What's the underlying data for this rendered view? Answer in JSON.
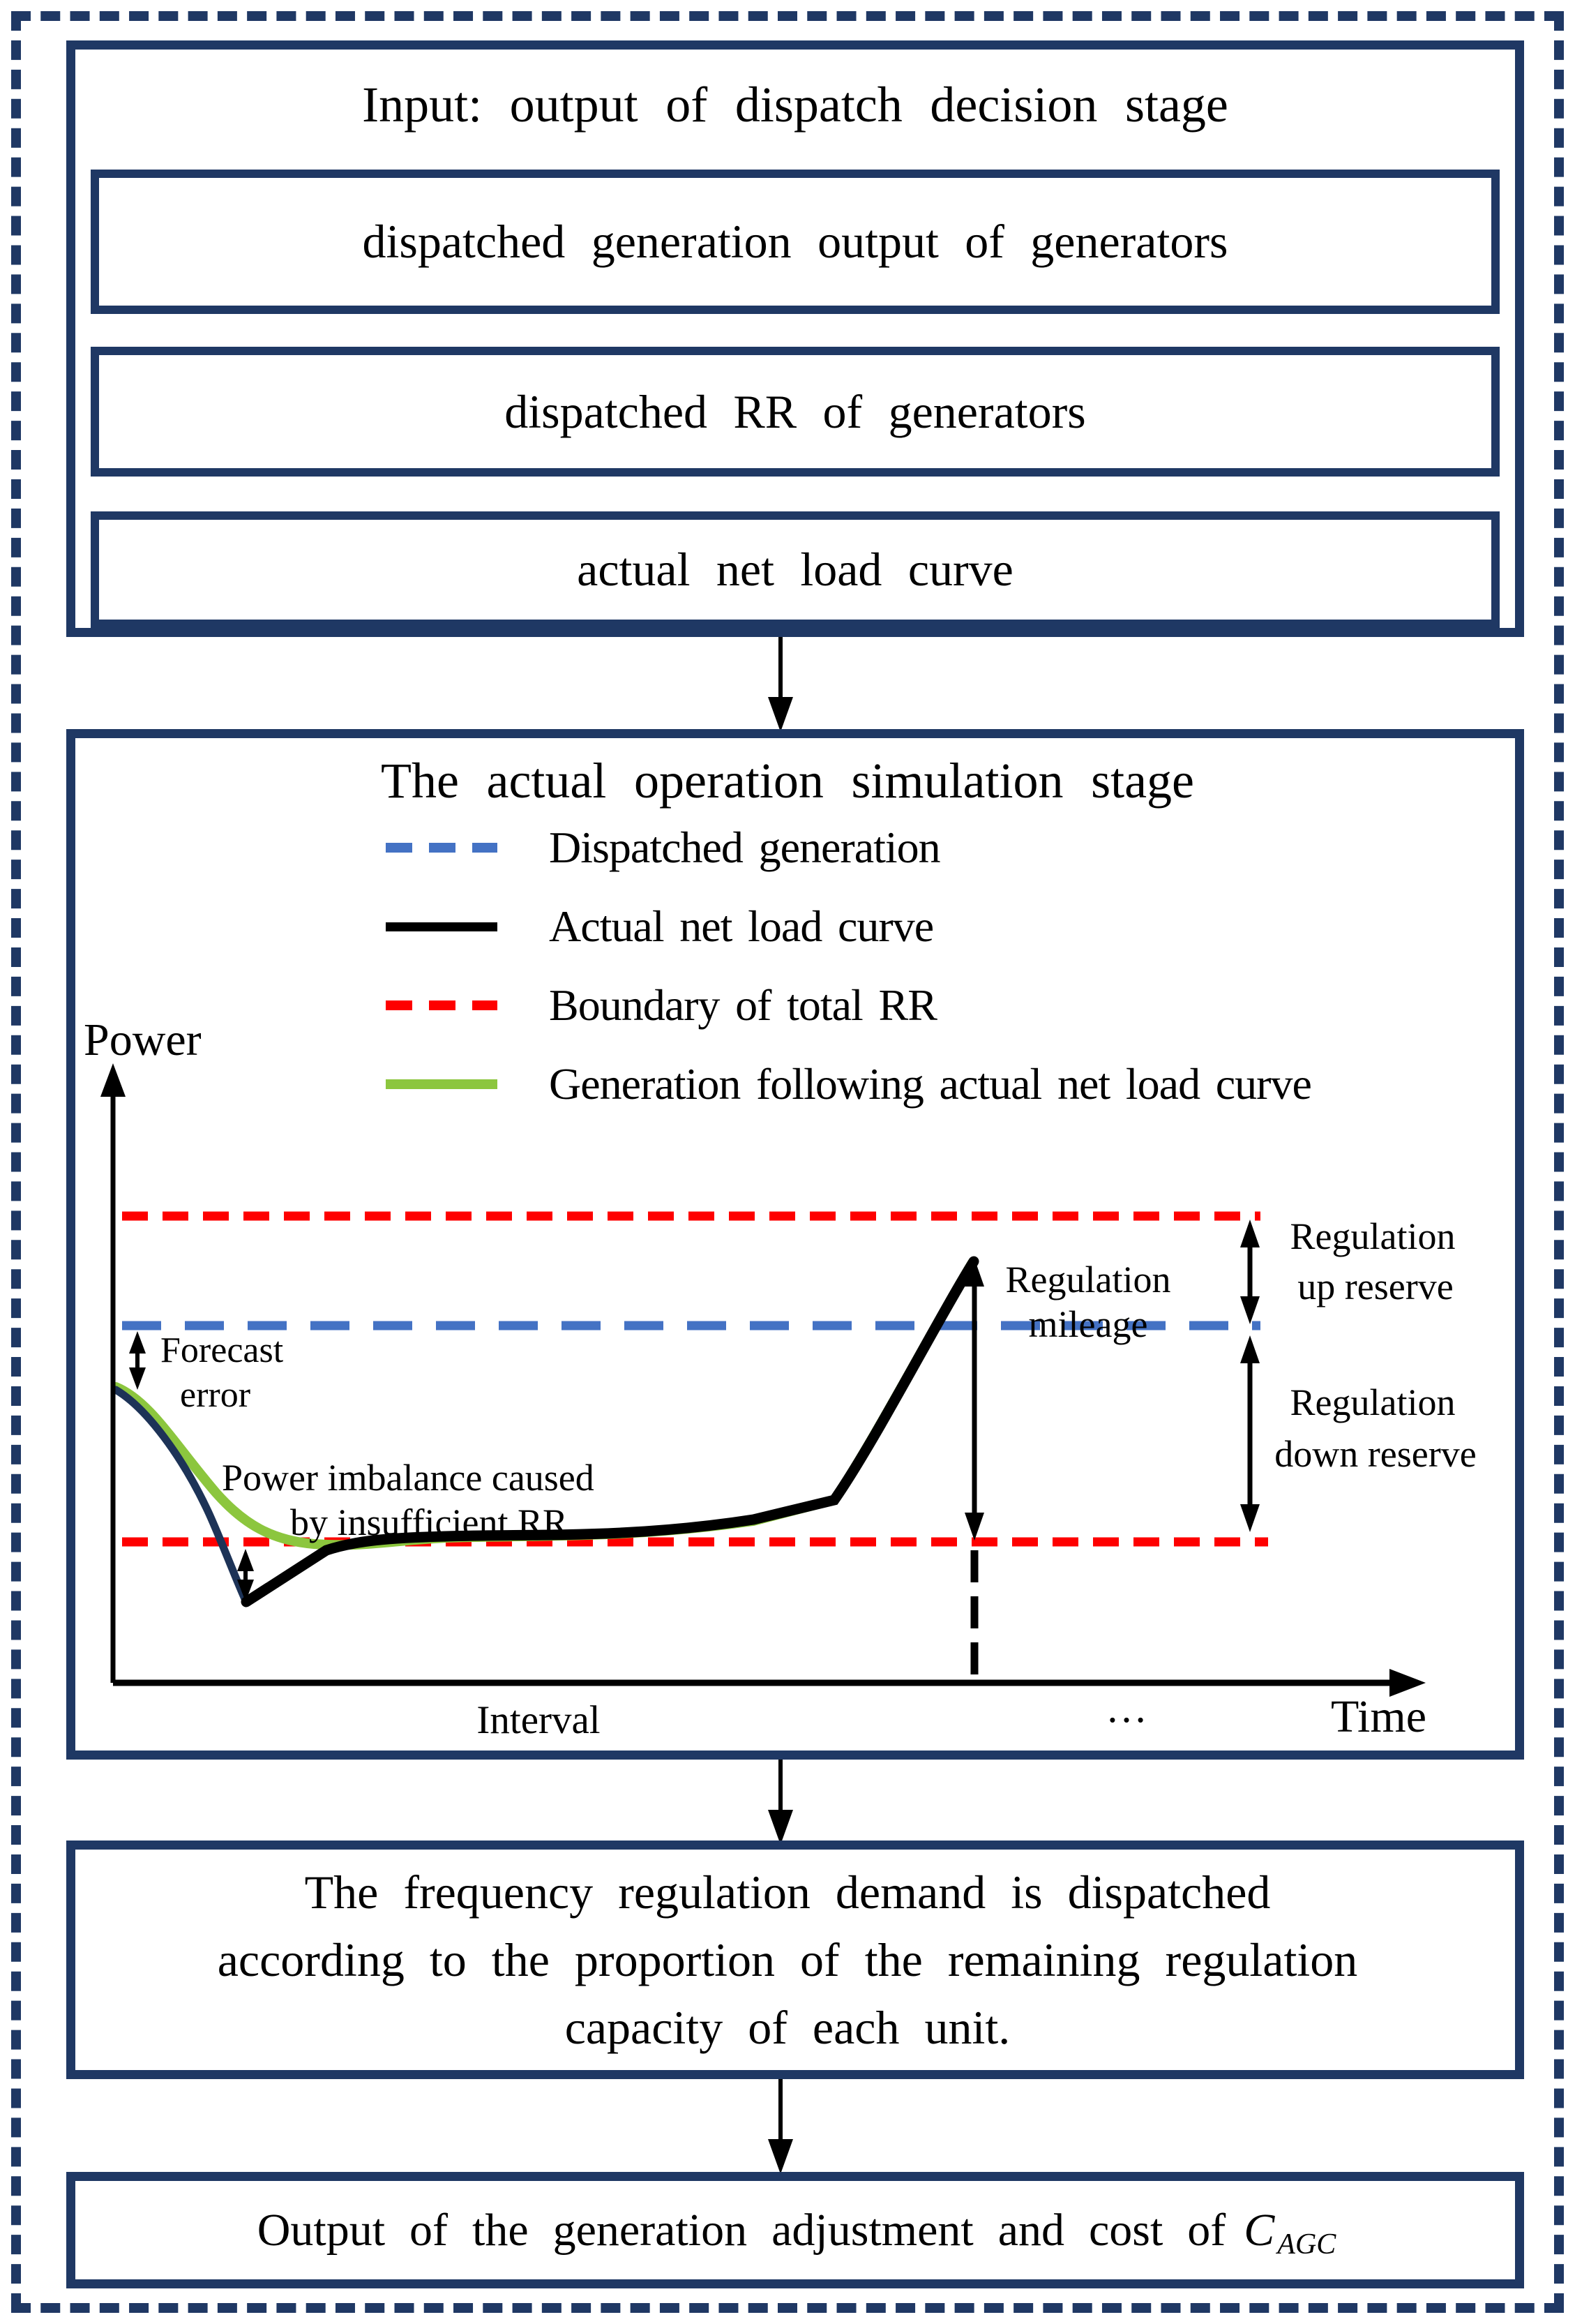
{
  "colors": {
    "border_navy": "#1f3864",
    "rr_red": "#fe0000",
    "dispatched_blue": "#4472c4",
    "generation_green": "#8cc63e",
    "net_load_dip_navy": "#1d3357",
    "net_load_black": "#000000"
  },
  "input_box": {
    "title": "Input: output of dispatch decision stage",
    "items": [
      "dispatched generation output of generators",
      "dispatched RR of generators",
      "actual net load curve"
    ]
  },
  "sim_box": {
    "title": "The actual operation simulation stage",
    "legend": [
      {
        "label": "Dispatched generation",
        "color": "#4472c4",
        "style": "dashed"
      },
      {
        "label": "Actual net load curve",
        "color": "#000000",
        "style": "solid"
      },
      {
        "label": "Boundary of total RR",
        "color": "#fe0000",
        "style": "dashed"
      },
      {
        "label": "Generation following actual net load curve",
        "color": "#8cc63e",
        "style": "solid"
      }
    ]
  },
  "chart": {
    "type": "line",
    "ylabel": "Power",
    "xlabel": "Time",
    "x_tick_labels": [
      "Interval",
      "…"
    ],
    "grid": false,
    "axes_numeric": false,
    "series": [
      {
        "name": "Boundary of total RR (upper)",
        "style": "dashed",
        "color": "#fe0000",
        "shape": "horizontal line"
      },
      {
        "name": "Dispatched generation",
        "style": "dashed",
        "color": "#4472c4",
        "shape": "horizontal line"
      },
      {
        "name": "Boundary of total RR (lower)",
        "style": "dashed",
        "color": "#fe0000",
        "shape": "horizontal line"
      },
      {
        "name": "Actual net load curve",
        "style": "solid",
        "color": "#000000",
        "shape": "starts below dispatched level, dips below lower RR boundary, returns to lower boundary, flat, then rises steeply to a peak just above dispatched level"
      },
      {
        "name": "Generation following actual net load curve",
        "style": "solid",
        "color": "#8cc63e",
        "shape": "follows net load but limited at lower RR boundary during the dip"
      }
    ],
    "annotations": {
      "forecast_error": [
        "Forecast",
        "error"
      ],
      "power_imbalance": [
        "Power imbalance caused",
        "by insufficient RR"
      ],
      "regulation_mileage": [
        "Regulation",
        "mileage"
      ],
      "regulation_up": [
        "Regulation",
        "up reserve"
      ],
      "regulation_down": [
        "Regulation",
        "down reserve"
      ]
    }
  },
  "freq_box": {
    "lines": [
      "The frequency regulation demand is dispatched",
      "according to the proportion of the remaining regulation",
      "capacity of each unit."
    ]
  },
  "output_box": {
    "text": "Output of the generation adjustment and cost of",
    "cost_main": "C",
    "cost_sub": "AGC"
  }
}
